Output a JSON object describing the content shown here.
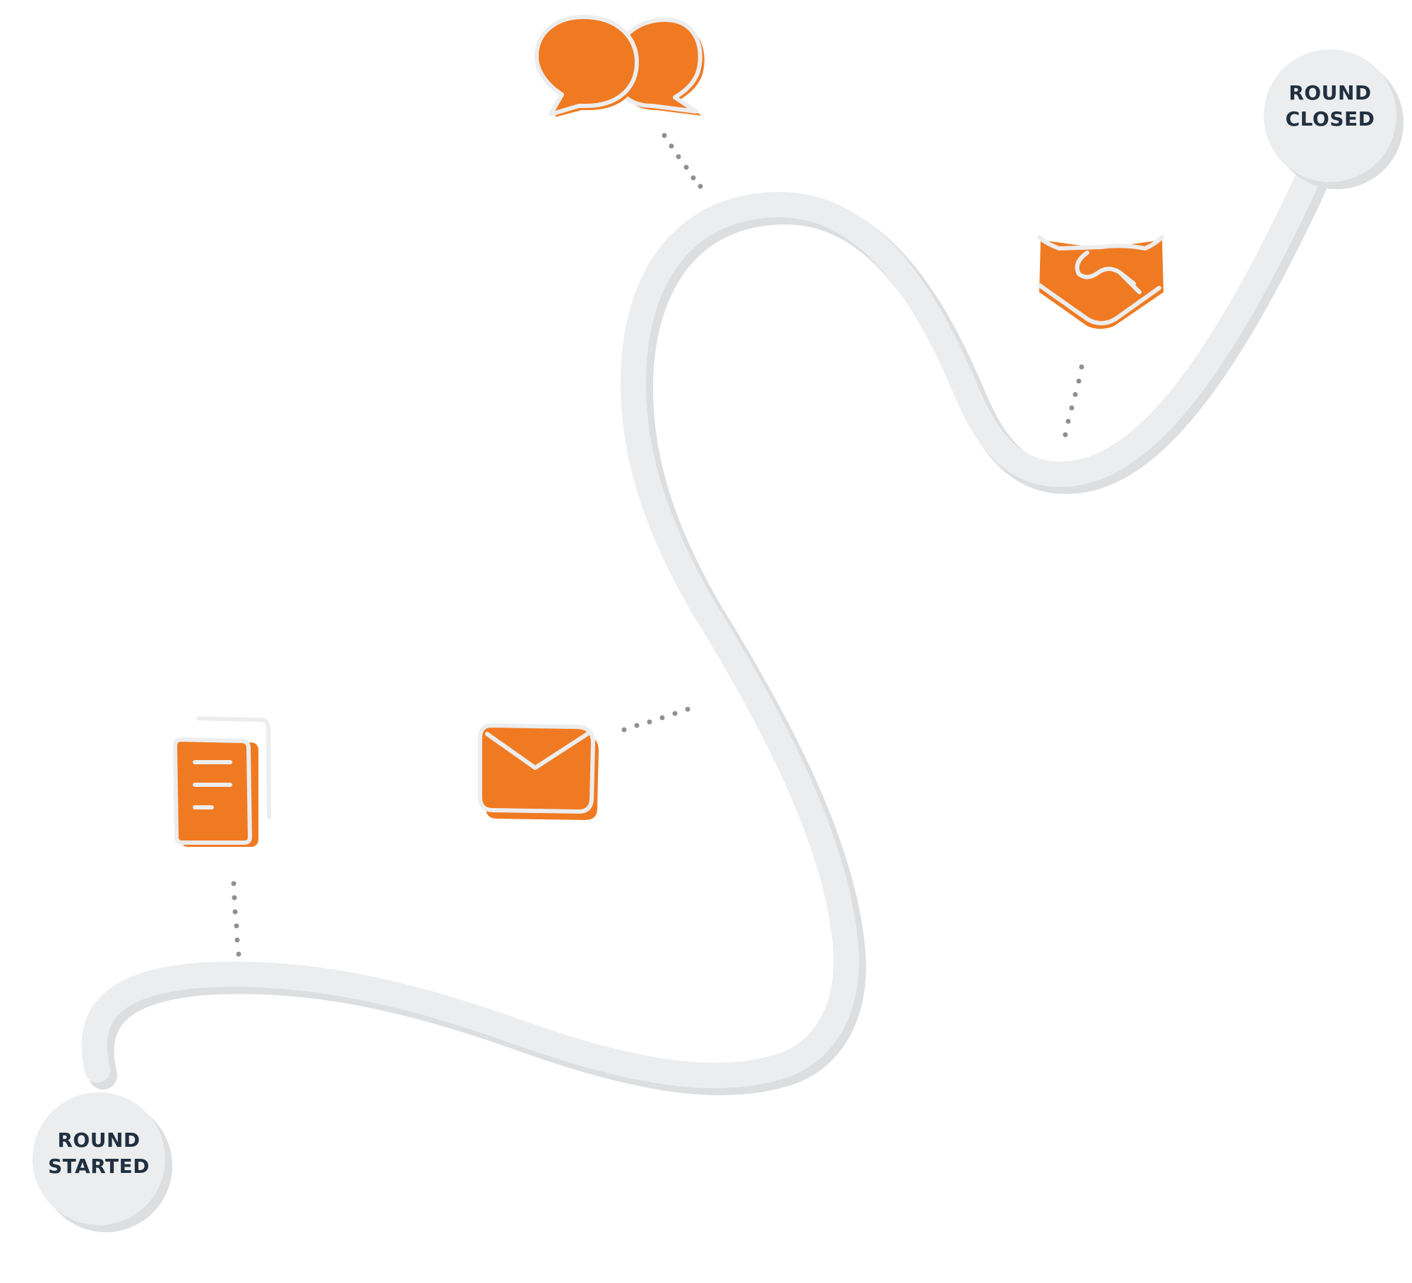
{
  "diagram": {
    "start_milestone": {
      "line1": "ROUND",
      "line2": "STARTED"
    },
    "end_milestone": {
      "line1": "ROUND",
      "line2": "CLOSED"
    },
    "steps": [
      {
        "icon": "document-icon"
      },
      {
        "icon": "envelope-icon"
      },
      {
        "icon": "chat-bubbles-icon"
      },
      {
        "icon": "handshake-icon"
      }
    ]
  },
  "colors": {
    "accent": "#F07A22",
    "path": "#ECEDEE",
    "path_shadow": "#DCDEE0",
    "milestone_fill": "#ECEDEE",
    "milestone_shadow": "#DCDEE0",
    "label_text": "#203040",
    "connector_dots": "#8E9094",
    "outline": "#ECEDEE"
  }
}
